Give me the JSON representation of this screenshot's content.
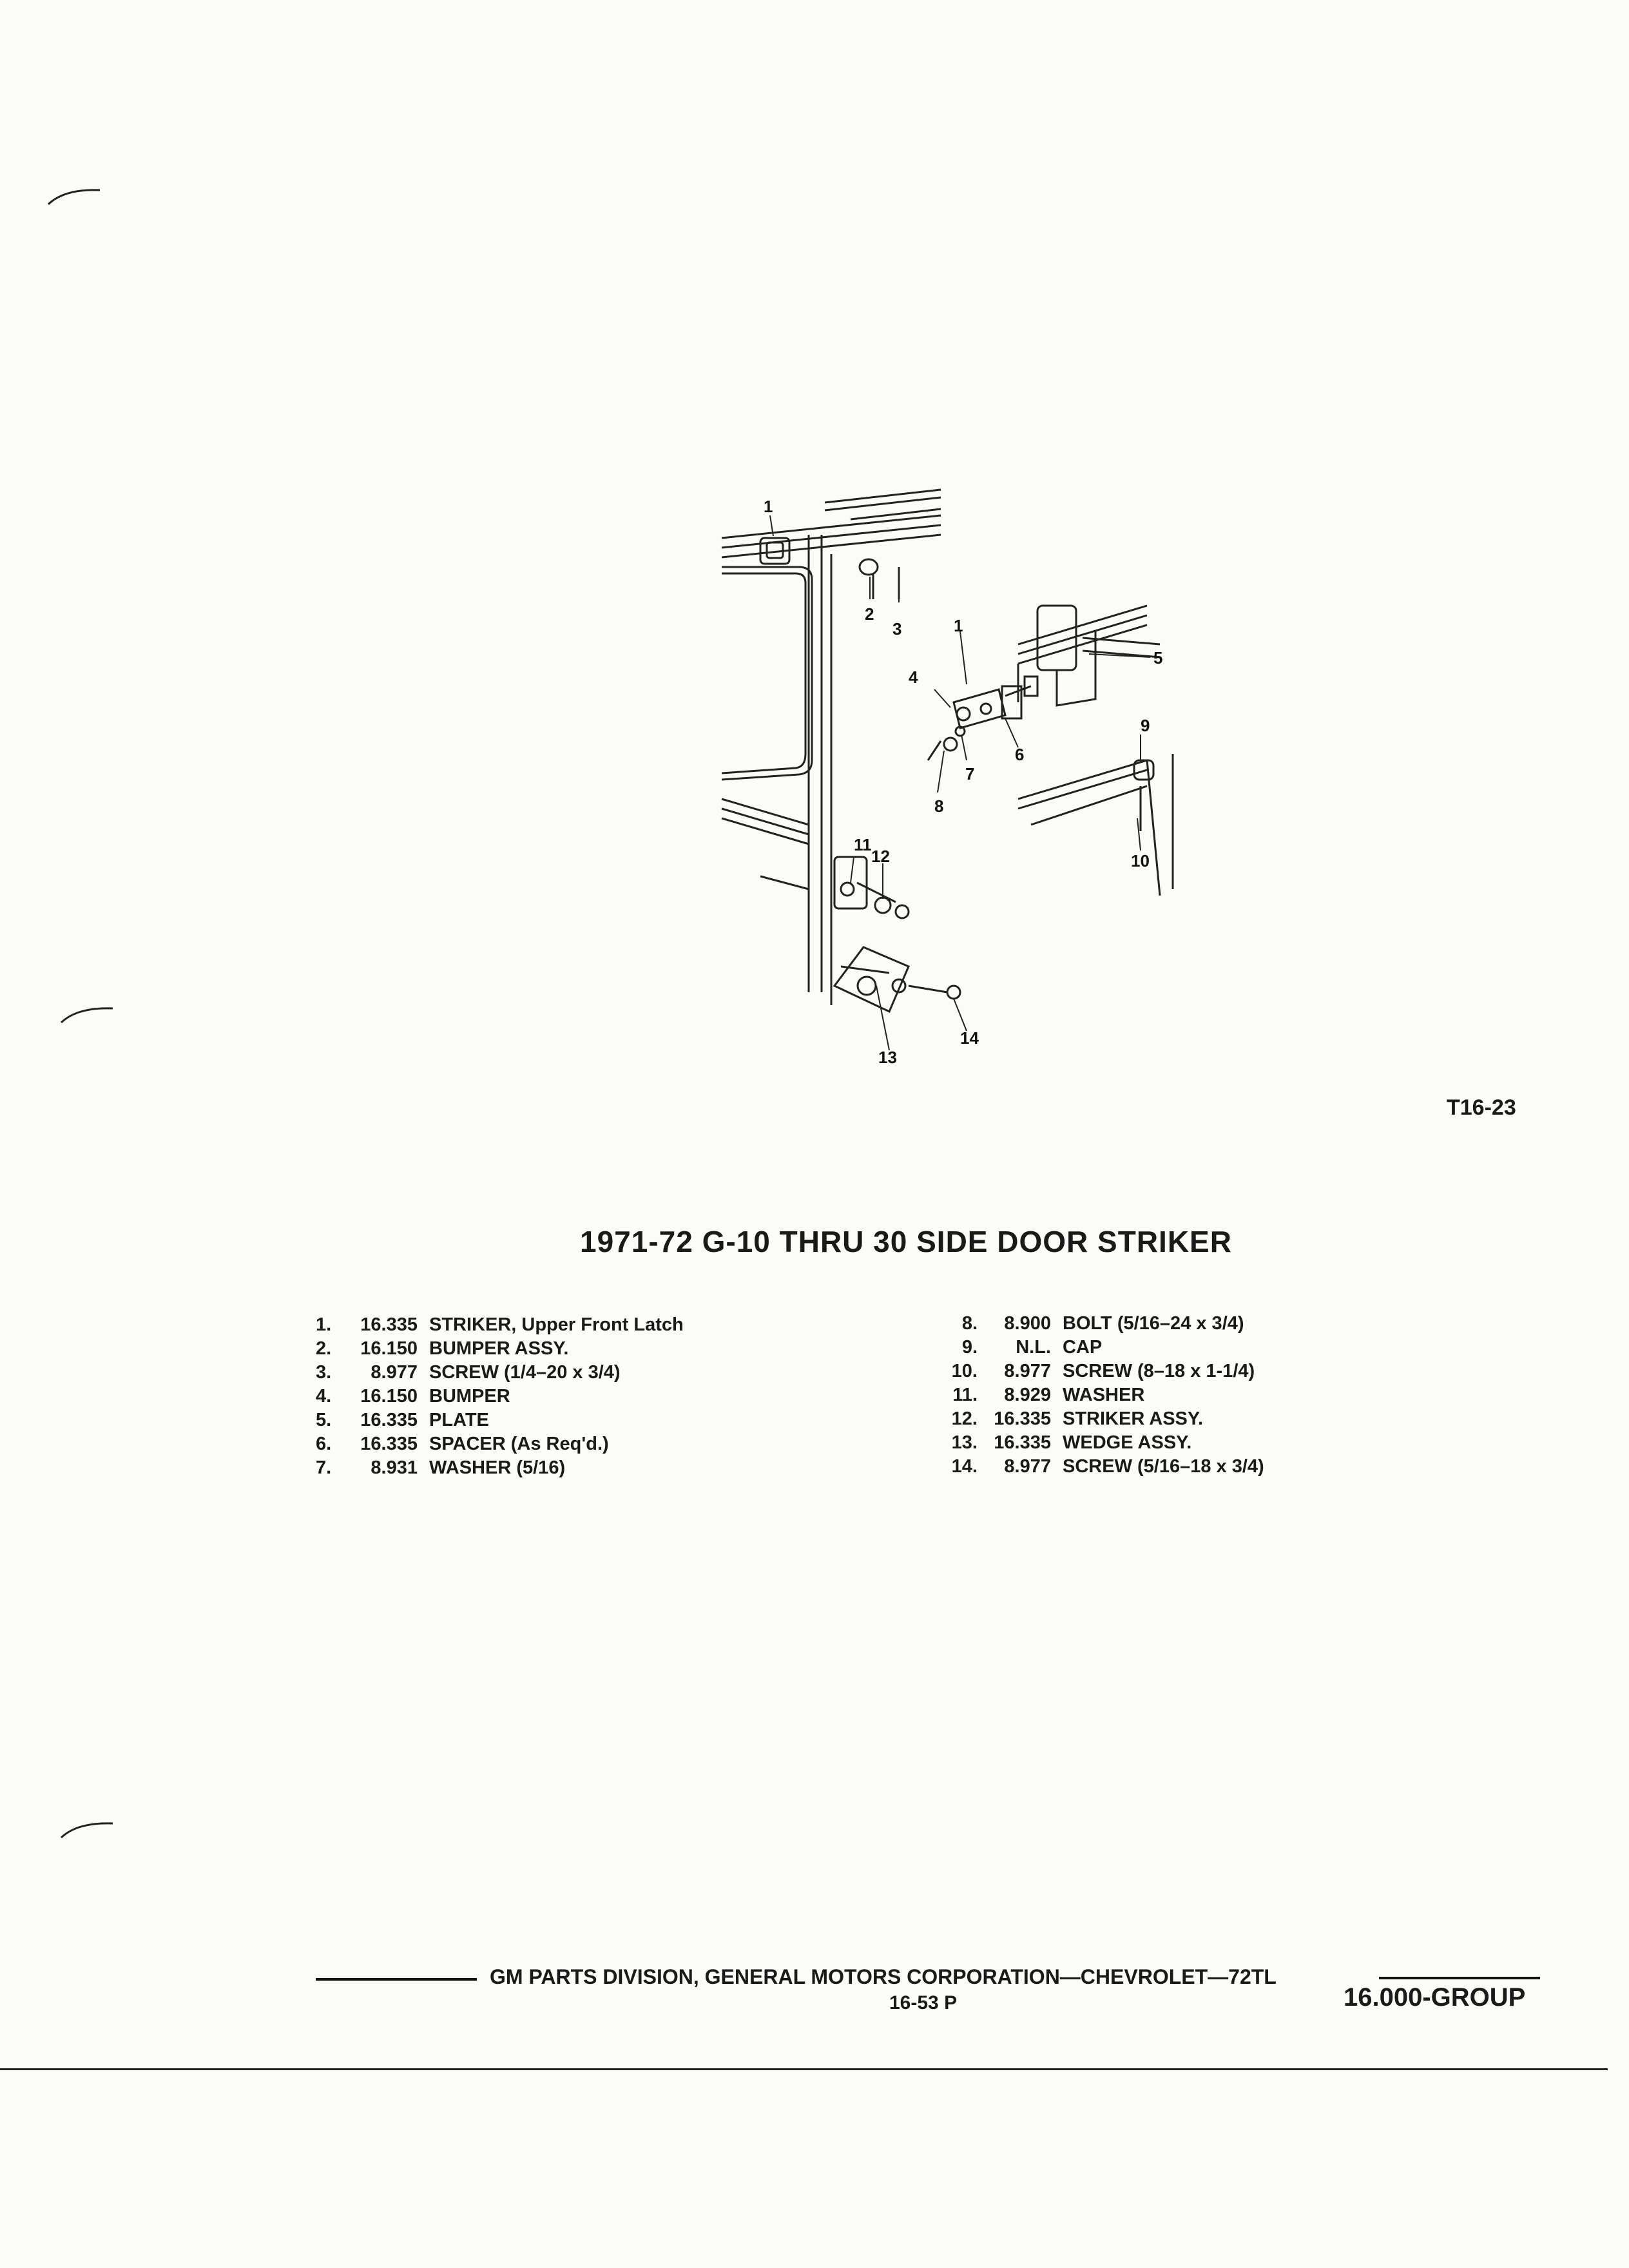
{
  "figure": {
    "label": "T16-23",
    "callouts": [
      "1",
      "2",
      "3",
      "1",
      "4",
      "5",
      "6",
      "7",
      "8",
      "9",
      "10",
      "11",
      "12",
      "13",
      "14"
    ]
  },
  "title": "1971-72 G-10 THRU 30 SIDE DOOR STRIKER",
  "parts_left": [
    {
      "num": "1.",
      "part": "16.335",
      "desc": "STRIKER, Upper Front Latch"
    },
    {
      "num": "2.",
      "part": "16.150",
      "desc": "BUMPER ASSY."
    },
    {
      "num": "3.",
      "part": "8.977",
      "desc": "SCREW (1/4–20 x 3/4)"
    },
    {
      "num": "4.",
      "part": "16.150",
      "desc": "BUMPER"
    },
    {
      "num": "5.",
      "part": "16.335",
      "desc": "PLATE"
    },
    {
      "num": "6.",
      "part": "16.335",
      "desc": "SPACER (As Req'd.)"
    },
    {
      "num": "7.",
      "part": "8.931",
      "desc": "WASHER (5/16)"
    }
  ],
  "parts_right": [
    {
      "num": "8.",
      "part": "8.900",
      "desc": "BOLT (5/16–24 x 3/4)"
    },
    {
      "num": "9.",
      "part": "N.L.",
      "desc": "CAP"
    },
    {
      "num": "10.",
      "part": "8.977",
      "desc": "SCREW (8–18 x 1-1/4)"
    },
    {
      "num": "11.",
      "part": "8.929",
      "desc": "WASHER"
    },
    {
      "num": "12.",
      "part": "16.335",
      "desc": "STRIKER ASSY."
    },
    {
      "num": "13.",
      "part": "16.335",
      "desc": "WEDGE ASSY."
    },
    {
      "num": "14.",
      "part": "8.977",
      "desc": "SCREW (5/16–18 x 3/4)"
    }
  ],
  "footer": {
    "line1": "GM PARTS DIVISION, GENERAL MOTORS CORPORATION—CHEVROLET—72TL",
    "page": "16-53 P",
    "group": "16.000-GROUP"
  }
}
